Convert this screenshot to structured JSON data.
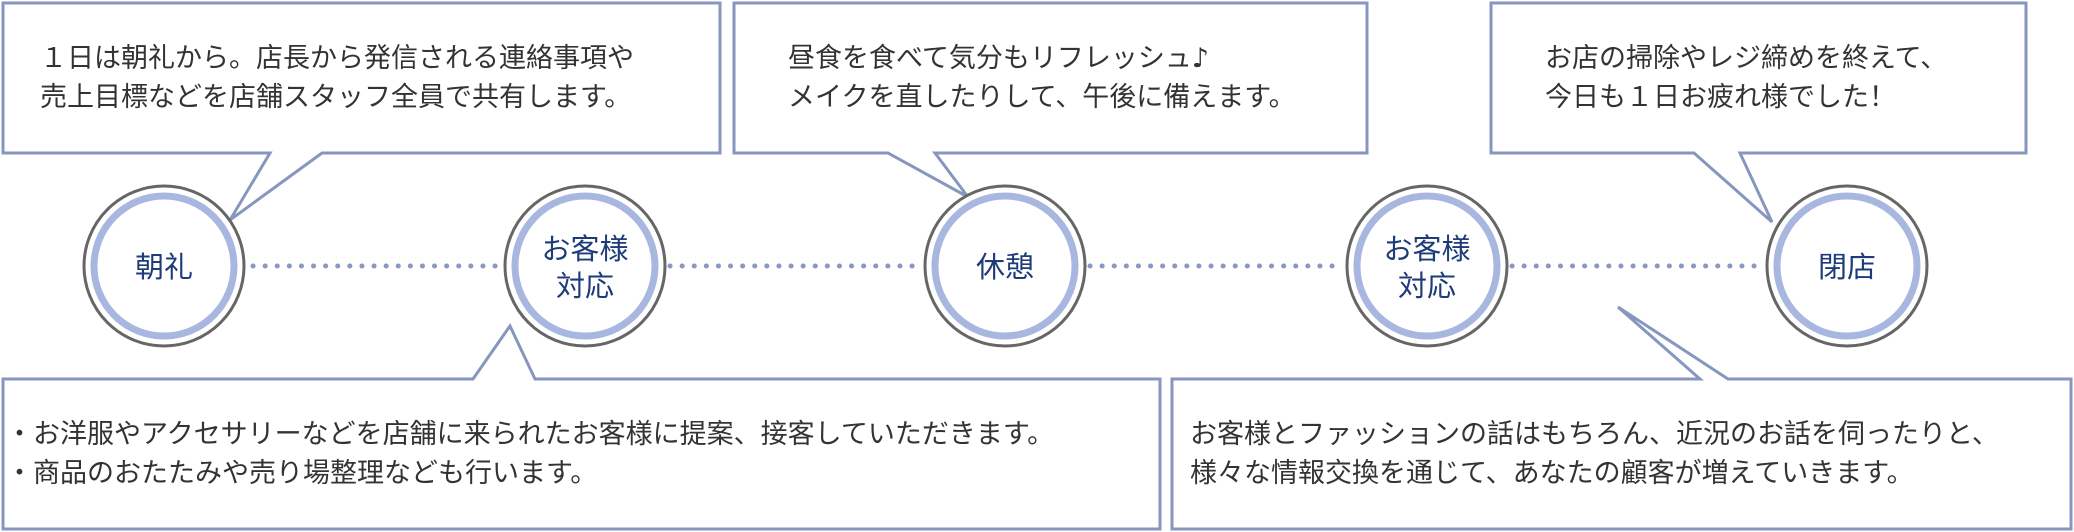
{
  "timeline": {
    "stages": [
      {
        "id": "morning-meeting",
        "lines": [
          "朝礼"
        ]
      },
      {
        "id": "customer-service-1",
        "lines": [
          "お客様",
          "対応"
        ]
      },
      {
        "id": "break",
        "lines": [
          "休憩"
        ]
      },
      {
        "id": "customer-service-2",
        "lines": [
          "お客様",
          "対応"
        ]
      },
      {
        "id": "closing",
        "lines": [
          "閉店"
        ]
      }
    ]
  },
  "bubbles": {
    "morning": {
      "lines": [
        "１日は朝礼から。店長から発信される連絡事項や",
        "売上目標などを店舗スタッフ全員で共有します。"
      ]
    },
    "break": {
      "lines": [
        "昼食を食べて気分もリフレッシュ♪",
        "メイクを直したりして、午後に備えます。"
      ]
    },
    "closing": {
      "lines": [
        "お店の掃除やレジ締めを終えて、",
        "今日も１日お疲れ様でした！"
      ]
    },
    "service1": {
      "lines": [
        "・お洋服やアクセサリーなどを店舗に来られたお客様に提案、接客していただきます。",
        "・商品のおたたみや売り場整理なども行います。"
      ]
    },
    "service2": {
      "lines": [
        "お客様とファッションの話はもちろん、近況のお話を伺ったりと、",
        "様々な情報交換を通じて、あなたの顧客が増えていきます。"
      ]
    }
  },
  "colors": {
    "bubble_border": "#8796bf",
    "node_ring": "#a8b7df",
    "node_outline": "#666666",
    "node_text": "#1d3c78",
    "dotted_line": "#8a97c4",
    "body_text": "#333333"
  }
}
